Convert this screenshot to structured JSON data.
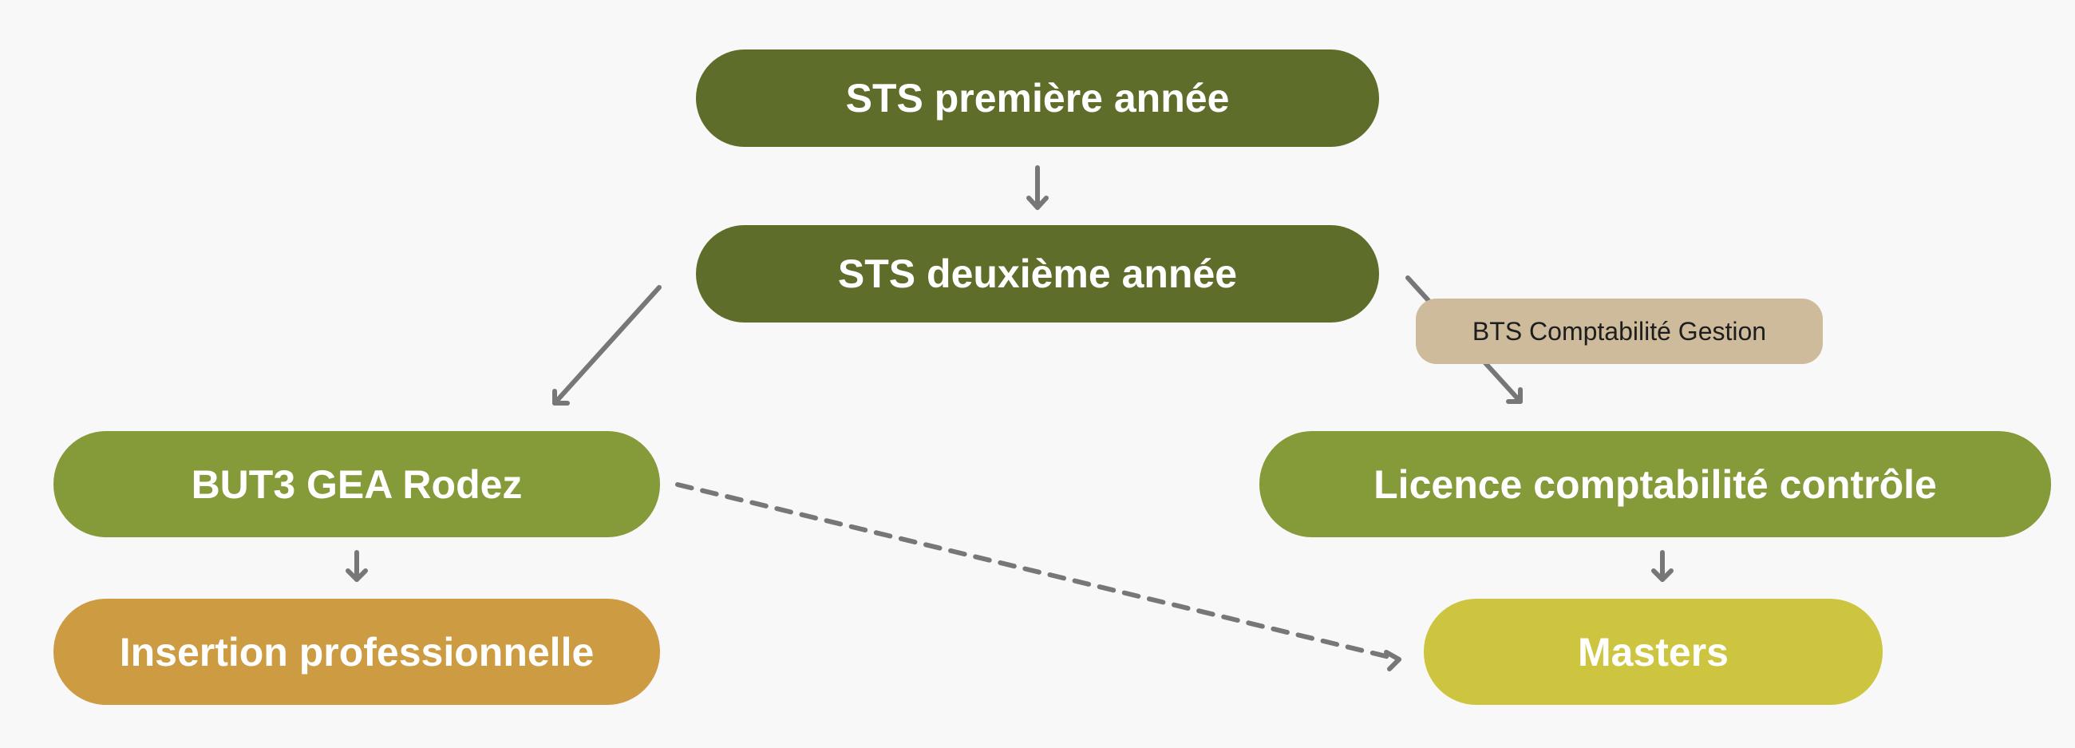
{
  "nodes": {
    "sts1": "STS première année",
    "sts2": "STS deuxième année",
    "but3": "BUT3 GEA Rodez",
    "licence": "Licence comptabilité contrôle",
    "insertion": "Insertion professionnelle",
    "masters": "Masters"
  },
  "edge_label": "BTS Comptabilité Gestion",
  "colors": {
    "dark_green": "#5e6d29",
    "olive_green": "#859a38",
    "orange": "#cc9b42",
    "yellow": "#cdc43f",
    "tag_beige": "#cdbb9c",
    "connector_gray": "#777777"
  }
}
